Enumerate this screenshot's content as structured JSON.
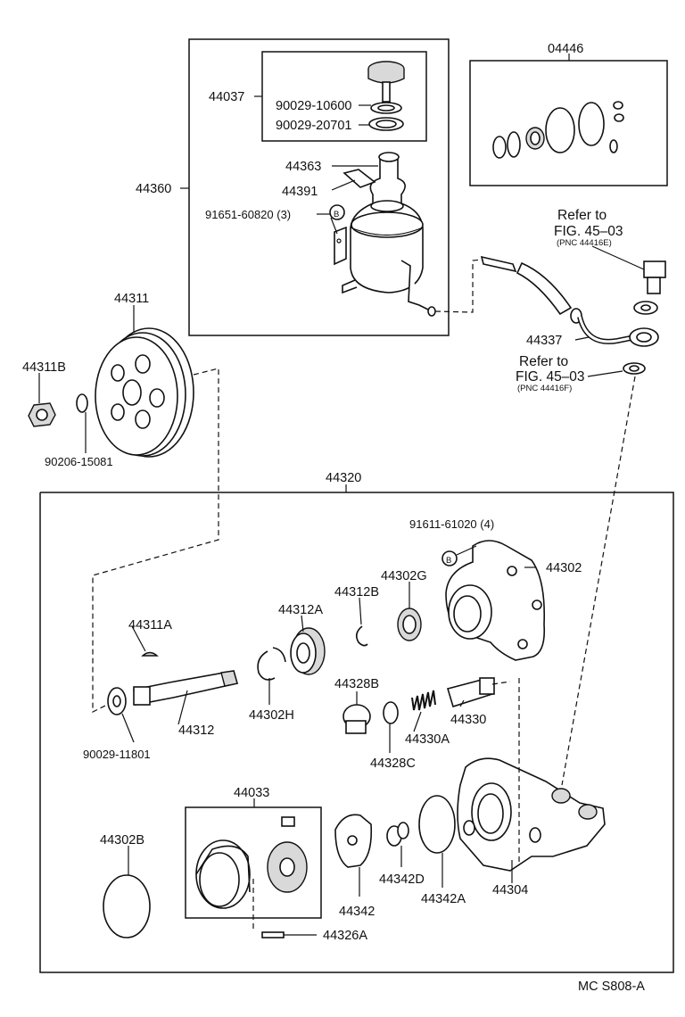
{
  "diagram": {
    "boxes": {
      "reservoir": "44360",
      "cap_kit": "44037",
      "gasket_kit": "04446",
      "pump_assy": "44320",
      "cam_kit": "44033"
    },
    "labels": {
      "p44037": "44037",
      "p90029_10600": "90029-10600",
      "p90029_20701": "90029-20701",
      "p44363": "44363",
      "p44391": "44391",
      "p44360": "44360",
      "p91651": "91651-60820 (3)",
      "p04446": "04446",
      "refer1_a": "Refer to",
      "refer1_b": "FIG. 45–03",
      "refer1_c": "(PNC 44416E)",
      "p44337": "44337",
      "refer2_a": "Refer to",
      "refer2_b": "FIG. 45–03",
      "refer2_c": "(PNC 44416F)",
      "p44311": "44311",
      "p44311B": "44311B",
      "p90206": "90206-15081",
      "p44320": "44320",
      "p91611": "91611-61020 (4)",
      "p44302": "44302",
      "p44302G": "44302G",
      "p44312B": "44312B",
      "p44312A": "44312A",
      "p44311A": "44311A",
      "p44312": "44312",
      "p44302H": "44302H",
      "p44328B": "44328B",
      "p44330": "44330",
      "p44330A": "44330A",
      "p44328C": "44328C",
      "p90029_11801": "90029-11801",
      "p44033": "44033",
      "p44302B": "44302B",
      "p44342": "44342",
      "p44342D": "44342D",
      "p44342A": "44342A",
      "p44304": "44304",
      "p44326A": "44326A",
      "footer": "MC S808-A",
      "b1": "B",
      "b2": "B"
    }
  }
}
